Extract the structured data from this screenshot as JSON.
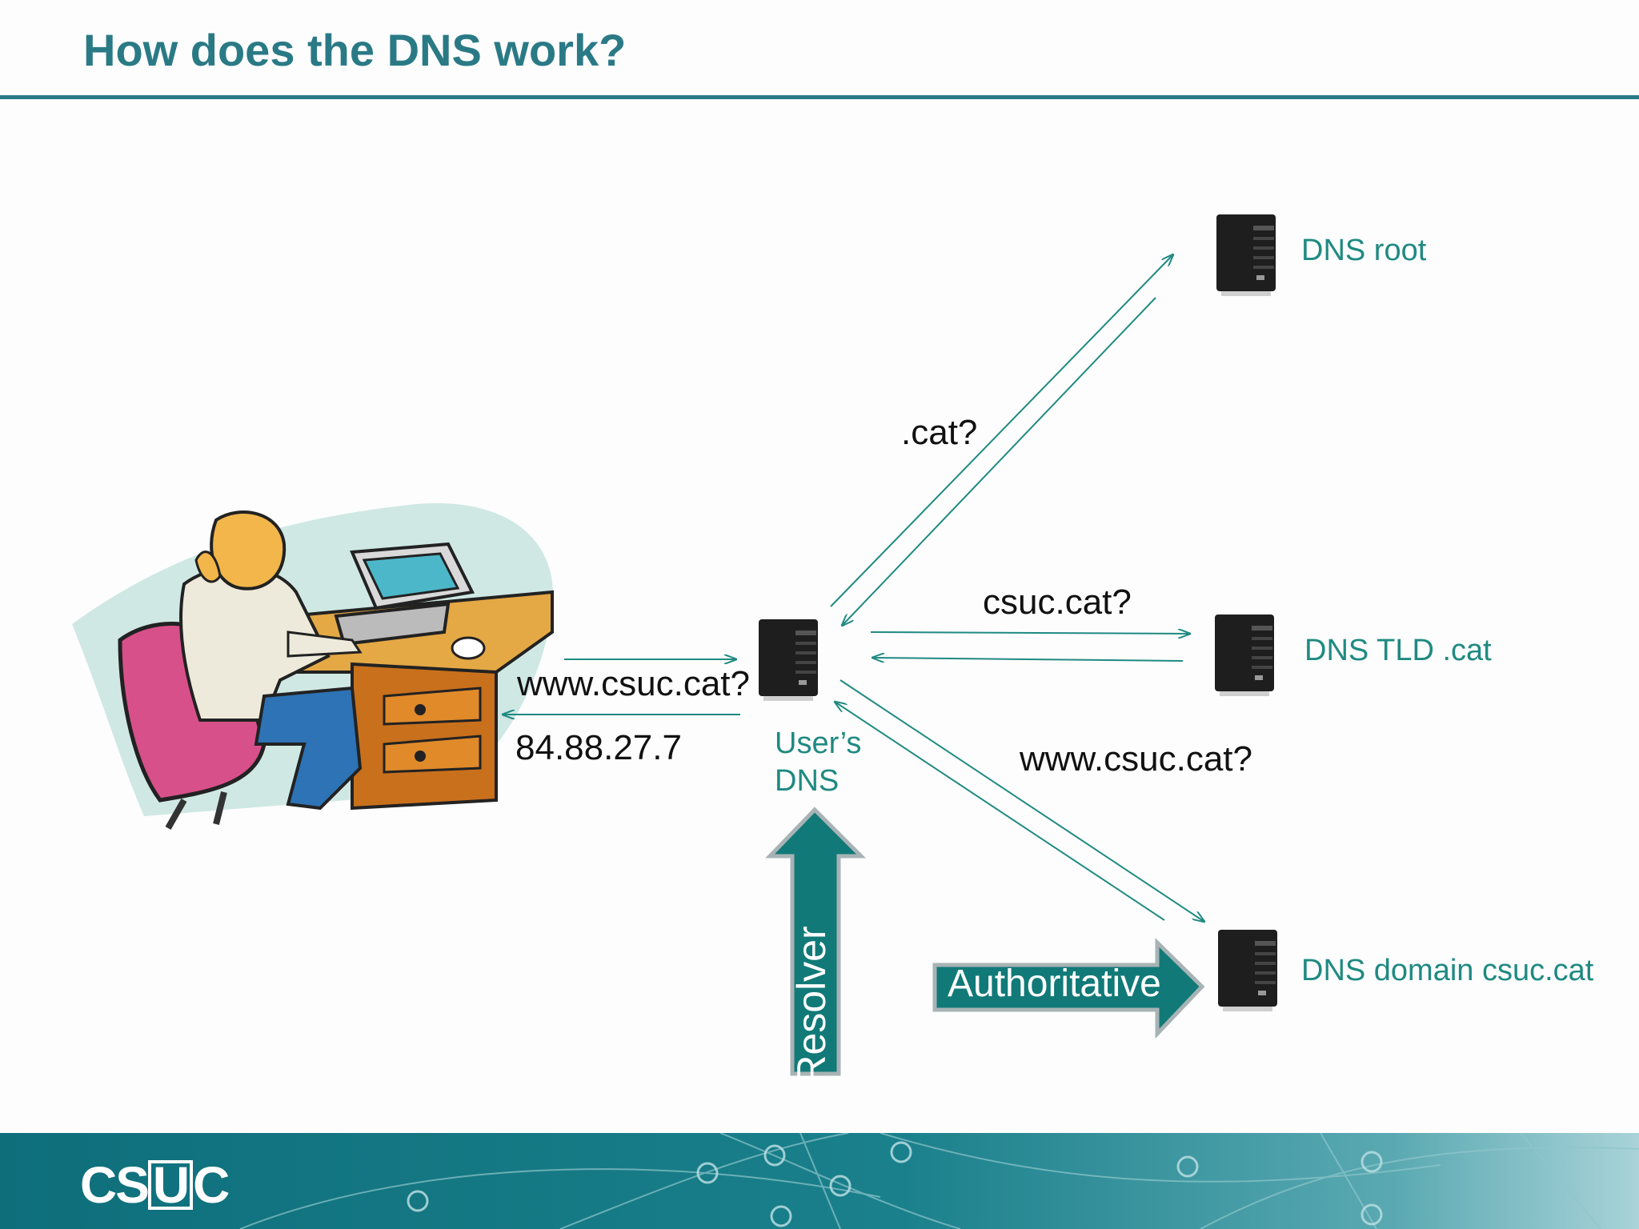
{
  "title": "How does the DNS work?",
  "servers": {
    "root": "DNS root",
    "tld": "DNS TLD .cat",
    "domain": "DNS domain csuc.cat",
    "user_dns_line1": "User’s",
    "user_dns_line2": "DNS"
  },
  "messages": {
    "query_user": "www.csuc.cat?",
    "answer_ip": "84.88.27.7",
    "query_root": ".cat?",
    "query_tld": "csuc.cat?",
    "query_domain": "www.csuc.cat?"
  },
  "roles": {
    "resolver": "Resolver",
    "authoritative": "Authoritative"
  },
  "logo": {
    "text_before": "CS",
    "text_boxed": "U",
    "text_after": "C"
  },
  "colors": {
    "accent": "#2a7a86",
    "arrow": "#1f8a82",
    "role_fill": "#117a78"
  },
  "icons": [
    "server-icon",
    "user-at-computer-illustration"
  ]
}
